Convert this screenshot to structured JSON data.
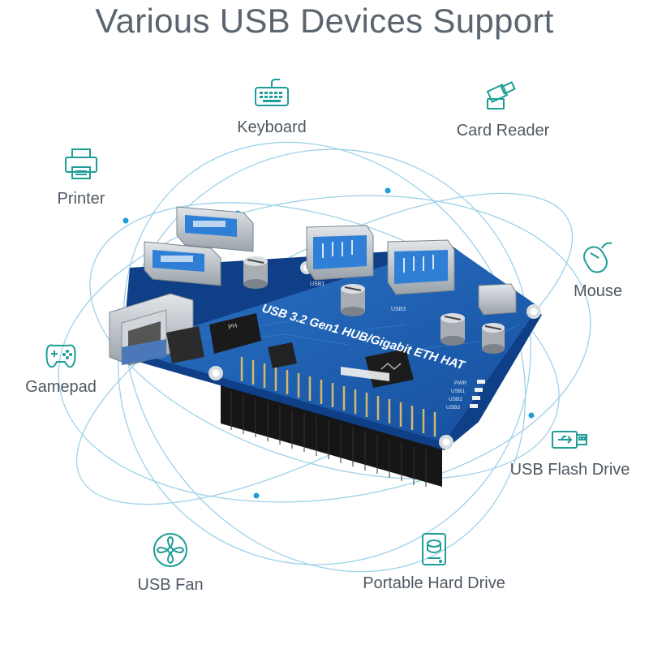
{
  "title": "Various USB Devices Support",
  "devices": {
    "keyboard": "Keyboard",
    "card_reader": "Card Reader",
    "printer": "Printer",
    "mouse": "Mouse",
    "gamepad": "Gamepad",
    "usb_flash_drive": "USB Flash Drive",
    "usb_fan": "USB Fan",
    "portable_hard_drive": "Portable Hard Drive"
  },
  "board": {
    "silkscreen": "USB 3.2 Gen1 HUB/Gigabit ETH HAT",
    "chip_mark": "PH",
    "port_labels": [
      "USB1",
      "USB3"
    ],
    "led_labels": [
      "PWR",
      "USB1",
      "USB2",
      "USB3"
    ]
  },
  "colors": {
    "accent": "#1d9e97",
    "orbit": "#8ec9e6",
    "pcb": "#1b5fb4",
    "usb_blue": "#2f7fd6"
  }
}
